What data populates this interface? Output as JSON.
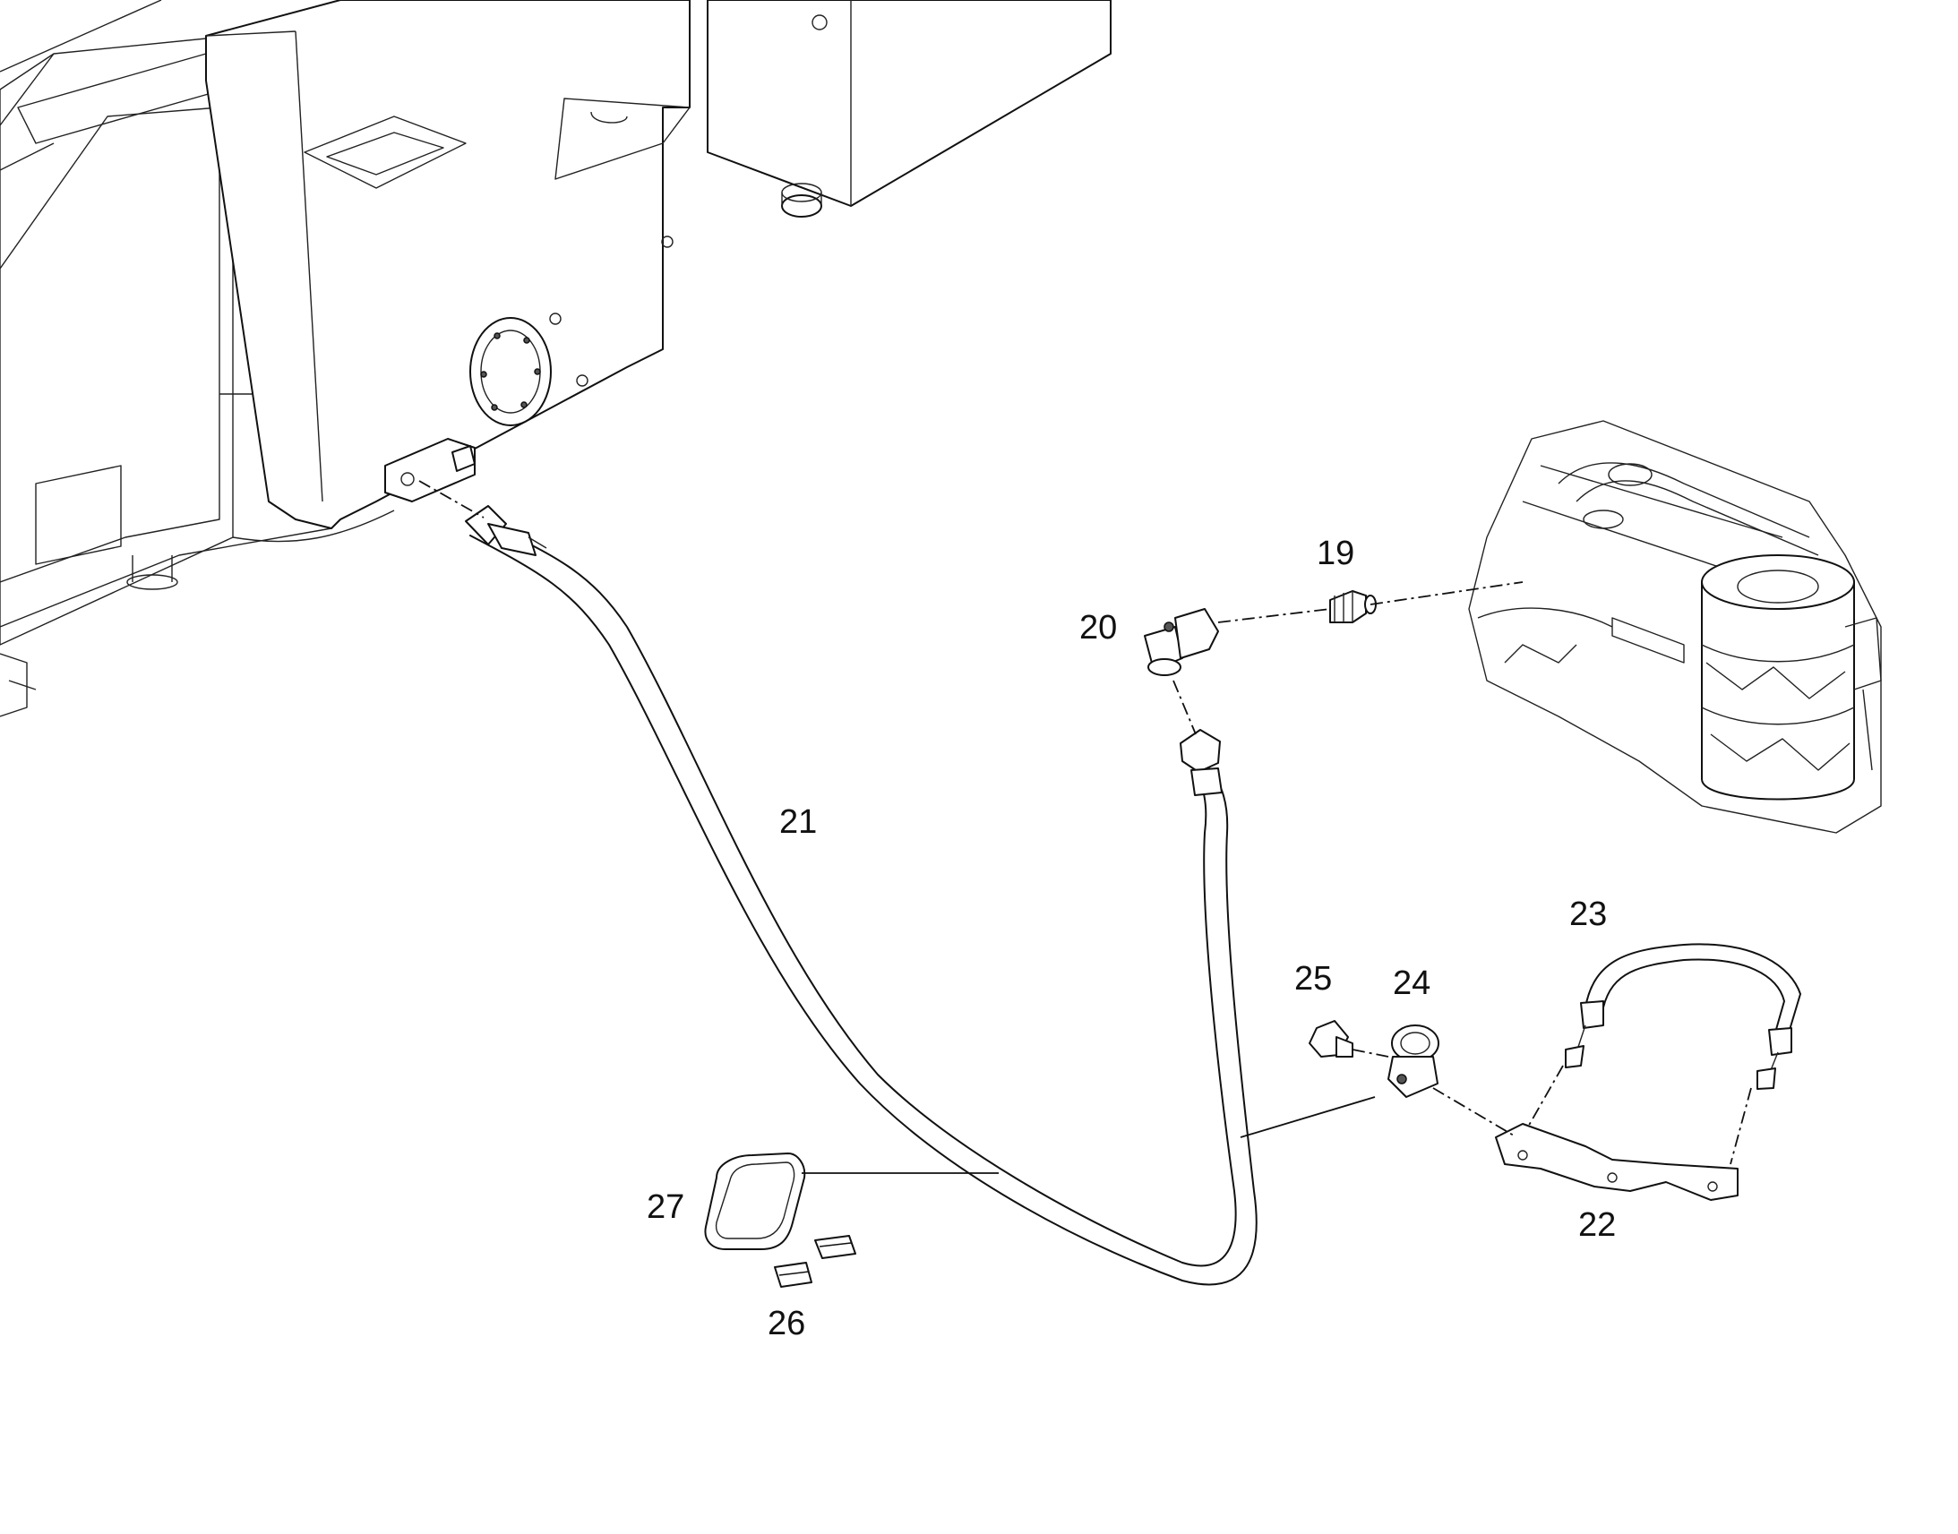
{
  "callouts": {
    "p19": "19",
    "p20": "20",
    "p21": "21",
    "p22": "22",
    "p23": "23",
    "p24": "24",
    "p25": "25",
    "p26": "26",
    "p27": "27"
  },
  "colors": {
    "line": "#111111",
    "background": "#ffffff"
  }
}
